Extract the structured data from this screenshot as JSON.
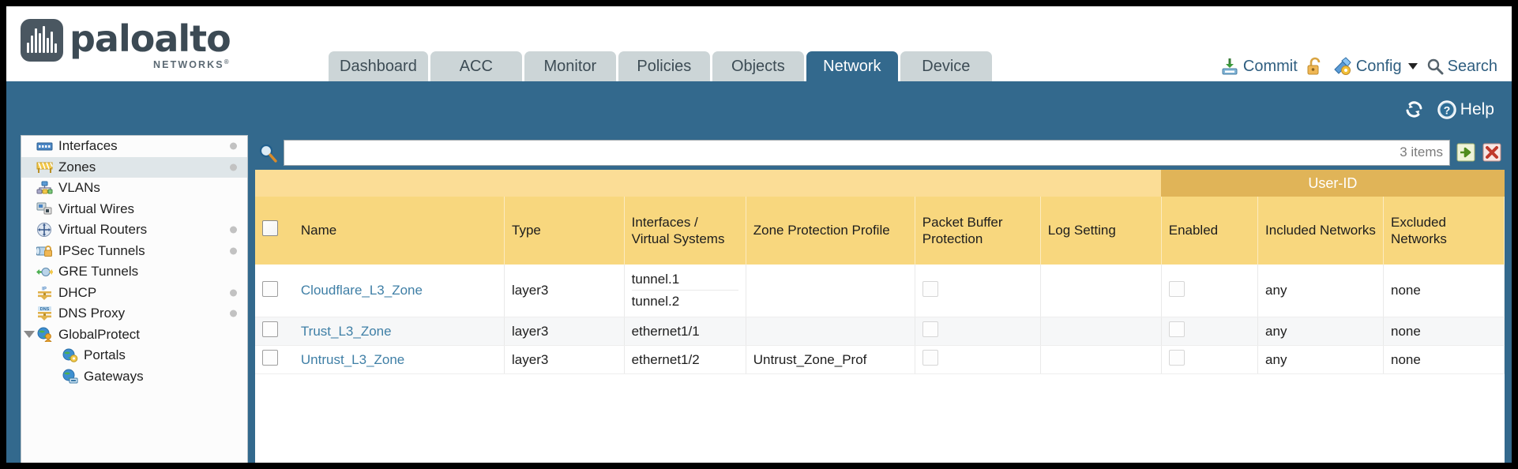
{
  "brand": {
    "name": "paloalto",
    "tagline": "NETWORKS",
    "registered": "®"
  },
  "tabs": [
    {
      "label": "Dashboard",
      "active": false
    },
    {
      "label": "ACC",
      "active": false
    },
    {
      "label": "Monitor",
      "active": false
    },
    {
      "label": "Policies",
      "active": false
    },
    {
      "label": "Objects",
      "active": false
    },
    {
      "label": "Network",
      "active": true
    },
    {
      "label": "Device",
      "active": false
    }
  ],
  "header_actions": {
    "commit": "Commit",
    "lock_icon": "unlock-icon",
    "config": "Config",
    "search": "Search"
  },
  "utility_bar": {
    "refresh_icon": "refresh-icon",
    "help": "Help"
  },
  "sidebar": {
    "items": [
      {
        "label": "Interfaces",
        "icon": "interfaces-icon",
        "dot": true,
        "selected": false,
        "child": false
      },
      {
        "label": "Zones",
        "icon": "zones-icon",
        "dot": true,
        "selected": true,
        "child": false
      },
      {
        "label": "VLANs",
        "icon": "vlans-icon",
        "dot": false,
        "selected": false,
        "child": false
      },
      {
        "label": "Virtual Wires",
        "icon": "virtual-wires-icon",
        "dot": false,
        "selected": false,
        "child": false
      },
      {
        "label": "Virtual Routers",
        "icon": "virtual-routers-icon",
        "dot": true,
        "selected": false,
        "child": false
      },
      {
        "label": "IPSec Tunnels",
        "icon": "ipsec-tunnels-icon",
        "dot": true,
        "selected": false,
        "child": false
      },
      {
        "label": "GRE Tunnels",
        "icon": "gre-tunnels-icon",
        "dot": false,
        "selected": false,
        "child": false
      },
      {
        "label": "DHCP",
        "icon": "dhcp-icon",
        "dot": true,
        "selected": false,
        "child": false
      },
      {
        "label": "DNS Proxy",
        "icon": "dns-proxy-icon",
        "dot": true,
        "selected": false,
        "child": false
      },
      {
        "label": "GlobalProtect",
        "icon": "globalprotect-icon",
        "dot": false,
        "selected": false,
        "child": false,
        "expander": true
      },
      {
        "label": "Portals",
        "icon": "portals-icon",
        "dot": false,
        "selected": false,
        "child": true
      },
      {
        "label": "Gateways",
        "icon": "gateways-icon",
        "dot": false,
        "selected": false,
        "child": true
      }
    ]
  },
  "search": {
    "value": "",
    "placeholder": "",
    "items_count": "3 items",
    "apply_icon": "green-arrow-icon",
    "clear_icon": "red-x-icon",
    "magnifier_icon": "search-icon"
  },
  "table": {
    "group_header": "User-ID",
    "columns": [
      "Name",
      "Type",
      "Interfaces / Virtual Systems",
      "Zone Protection Profile",
      "Packet Buffer Protection",
      "Log Setting",
      "Enabled",
      "Included Networks",
      "Excluded Networks"
    ],
    "rows": [
      {
        "selected": false,
        "name": "Cloudflare_L3_Zone",
        "type": "layer3",
        "interfaces": [
          "tunnel.1",
          "tunnel.2"
        ],
        "zone_protection_profile": "",
        "packet_buffer_protection": false,
        "log_setting": "",
        "userid_enabled": false,
        "included_networks": "any",
        "excluded_networks": "none"
      },
      {
        "selected": false,
        "name": "Trust_L3_Zone",
        "type": "layer3",
        "interfaces": [
          "ethernet1/1"
        ],
        "zone_protection_profile": "",
        "packet_buffer_protection": false,
        "log_setting": "",
        "userid_enabled": false,
        "included_networks": "any",
        "excluded_networks": "none"
      },
      {
        "selected": false,
        "name": "Untrust_L3_Zone",
        "type": "layer3",
        "interfaces": [
          "ethernet1/2"
        ],
        "zone_protection_profile": "Untrust_Zone_Prof",
        "packet_buffer_protection": false,
        "log_setting": "",
        "userid_enabled": false,
        "included_networks": "any",
        "excluded_networks": "none"
      }
    ]
  },
  "colors": {
    "brand_blue": "#33698d",
    "header_gold": "#f8d77e",
    "group_gold": "#e0b458",
    "link_blue": "#3f7fa6",
    "tab_inactive": "#ccd5d7"
  }
}
